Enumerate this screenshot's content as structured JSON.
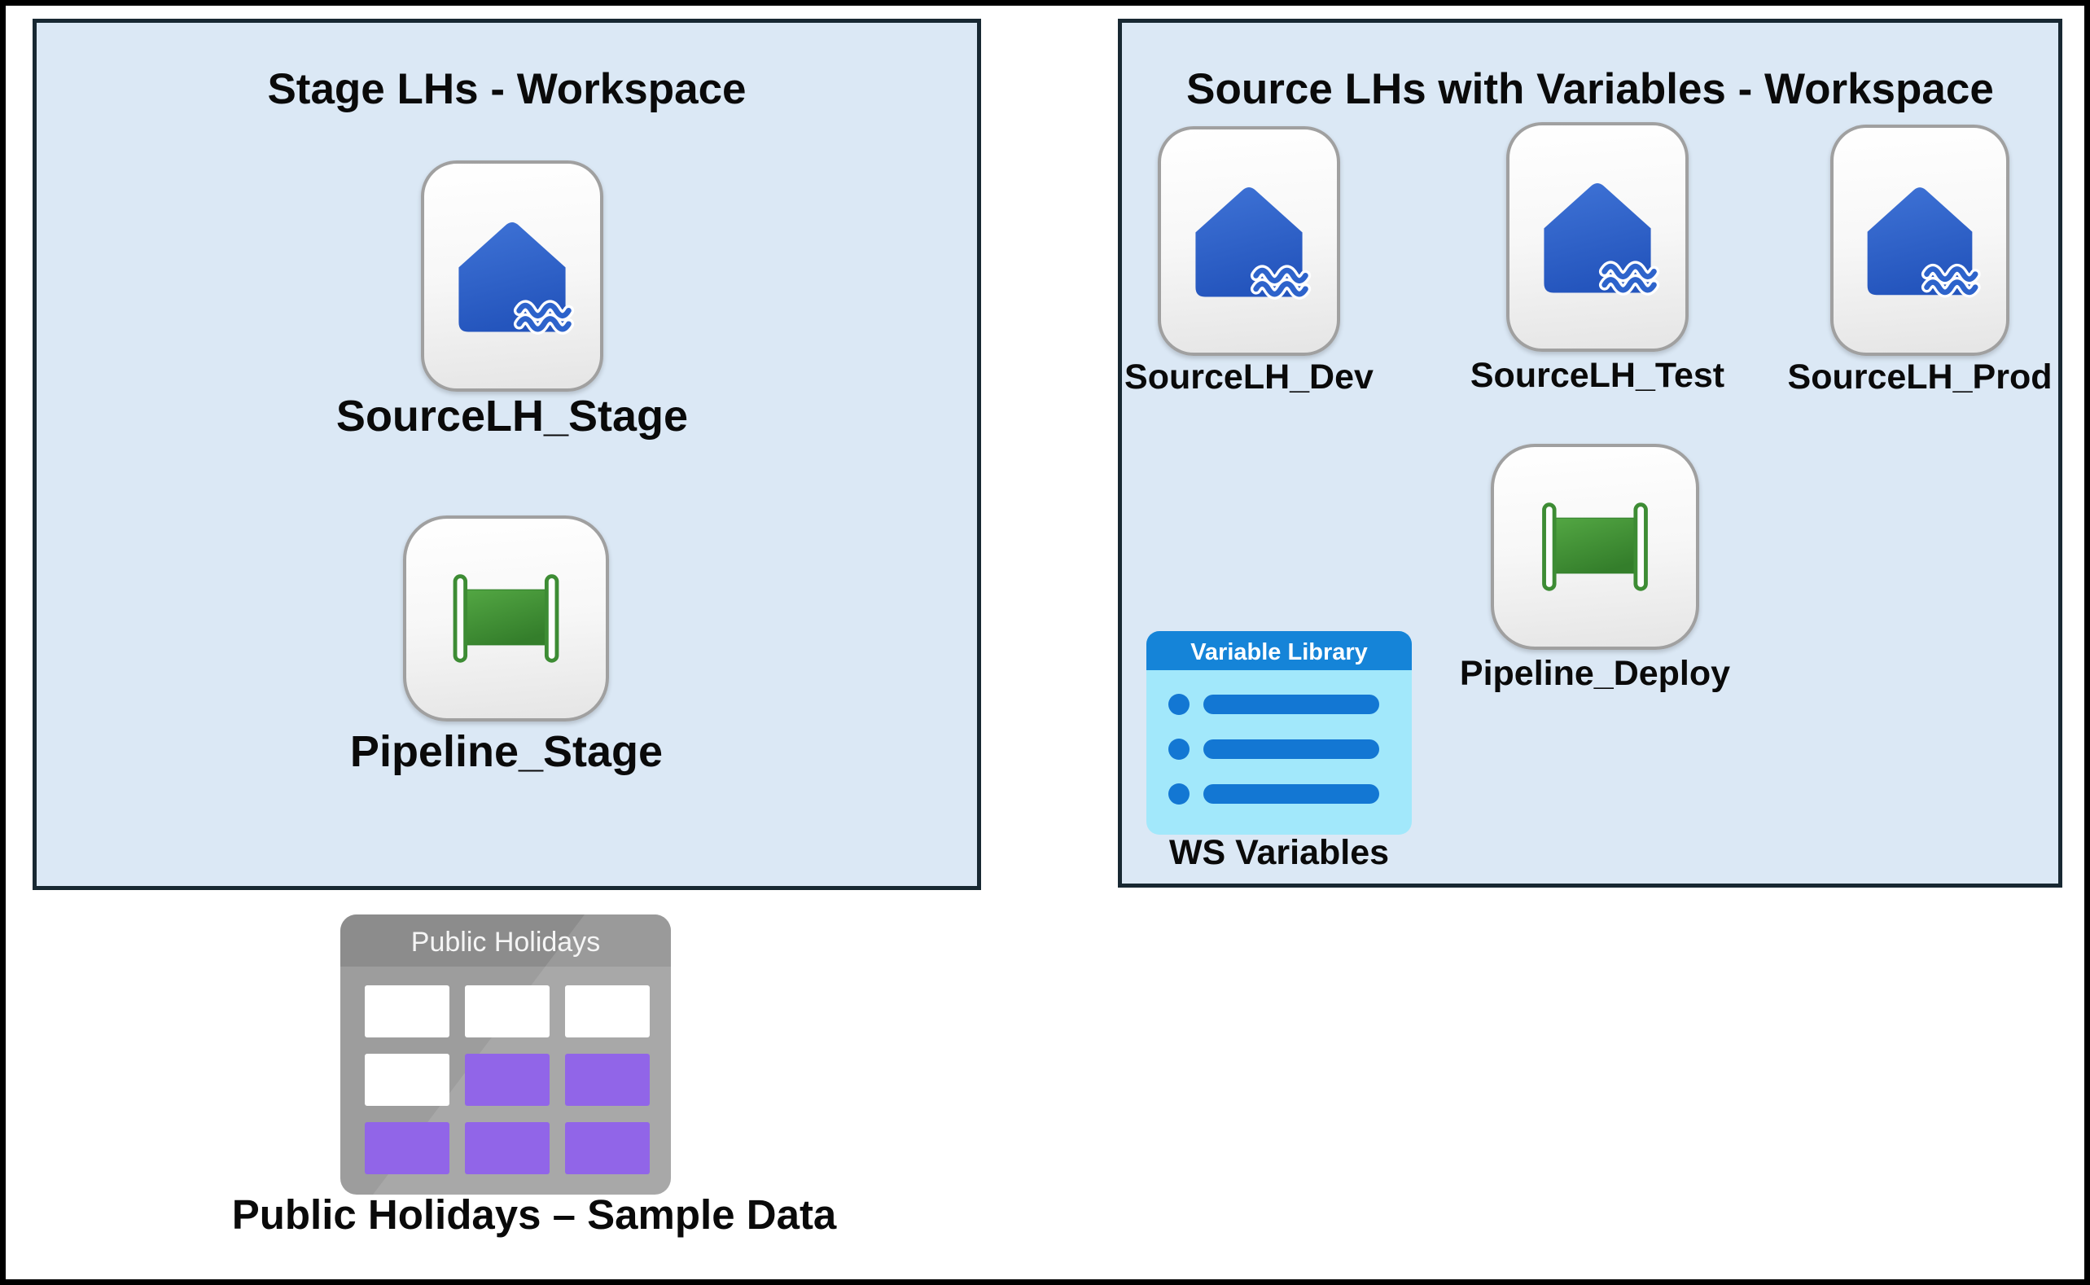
{
  "stage_workspace": {
    "title": "Stage LHs - Workspace",
    "items": [
      {
        "type": "lakehouse",
        "label": "SourceLH_Stage"
      },
      {
        "type": "pipeline",
        "label": "Pipeline_Stage"
      }
    ]
  },
  "source_workspace": {
    "title": "Source LHs with Variables - Workspace",
    "lakehouses": [
      {
        "label": "SourceLH_Dev"
      },
      {
        "label": "SourceLH_Test"
      },
      {
        "label": "SourceLH_Prod"
      }
    ],
    "pipeline": {
      "label": "Pipeline_Deploy"
    },
    "variable_library": {
      "icon_header": "Variable Library",
      "label": "WS Variables",
      "row_count": 3
    }
  },
  "sample_data": {
    "icon_header": "Public Holidays",
    "label": "Public Holidays – Sample Data",
    "grid": [
      [
        "white",
        "white",
        "white"
      ],
      [
        "white",
        "purple",
        "purple"
      ],
      [
        "purple",
        "purple",
        "purple"
      ]
    ]
  },
  "colors": {
    "workspace_fill": "#dbe8f5",
    "workspace_border": "#182832",
    "lakehouse_blue_top": "#3f73d6",
    "lakehouse_blue_bottom": "#2455bd",
    "pipeline_green_light": "#54a844",
    "pipeline_green_dark": "#347e2b",
    "pipeline_outline_green": "#3d8c34",
    "variable_header_blue": "#1584d8",
    "variable_body_cyan": "#a2e8fb",
    "variable_row_blue": "#1377d3",
    "table_body_gray": "#9d9d9d",
    "table_header_gray": "#8c8c8c",
    "table_cell_purple": "#9165e8",
    "card_border_gray": "#a0a0a0",
    "text_black": "#0a0a0a"
  }
}
